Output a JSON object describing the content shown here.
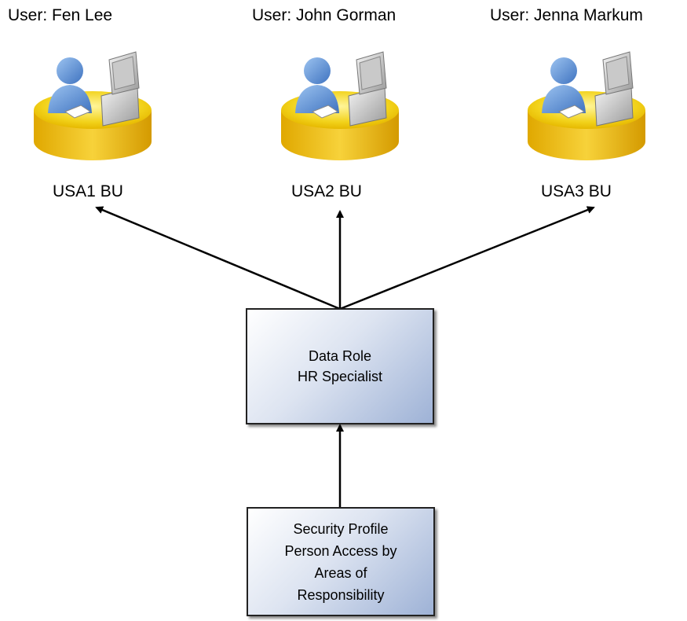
{
  "users": [
    {
      "label": "User: Fen Lee",
      "bu": "USA1 BU"
    },
    {
      "label": "User: John Gorman",
      "bu": "USA2  BU"
    },
    {
      "label": "User: Jenna Markum",
      "bu": "USA3 BU"
    }
  ],
  "data_role": {
    "line1": "Data Role",
    "line2": "HR Specialist"
  },
  "security_profile": {
    "line1": "Security Profile",
    "line2": "Person Access by",
    "line3": "Areas of",
    "line4": "Responsibility"
  },
  "colors": {
    "platform_yellow": "#f2d21a",
    "person_blue": "#5b8fd0",
    "box_fill": "#c8d3e8",
    "arrow": "#000000"
  },
  "icons": [
    "user-workstation-icon"
  ]
}
